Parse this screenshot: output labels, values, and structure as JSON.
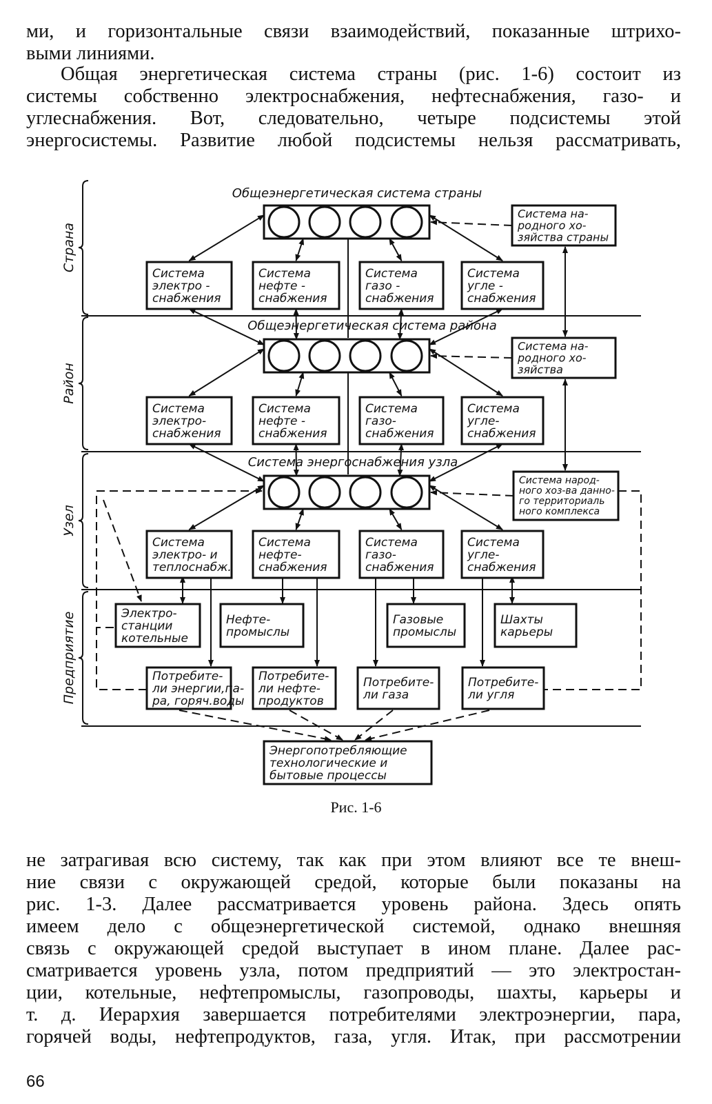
{
  "text_top": [
    "ми, и горизонтальные связи взаимодействий, показанные штрихо-",
    "выми линиями.",
    "Общая энергетическая система страны (рис. 1-6) состоит из",
    "системы собственно электроснабжения, нефтеснабжения, газо- и",
    "углеснабжения. Вот, следовательно, четыре подсистемы этой",
    "энергосистемы. Развитие любой подсистемы нельзя рассматривать,"
  ],
  "text_bottom": [
    "не затрагивая всю систему, так как при этом влияют все те внеш-",
    "ние связи с окружающей средой, которые были показаны на",
    "рис. 1-3. Далее рассматривается уровень района. Здесь опять",
    "имеем дело с общеэнергетической системой, однако внешняя",
    "связь с окружающей средой выступает в ином плане. Далее рас-",
    "сматривается уровень узла, потом предприятий — это электростан-",
    "ции, котельные, нефтепромыслы, газопроводы, шахты, карьеры и",
    "т. д. Иерархия завершается потребителями электроэнергии, пара,",
    "горячей воды, нефтепродуктов, газа, угля. Итак, при рассмотрении"
  ],
  "diagram": {
    "levels": [
      "Страна",
      "Район",
      "Узел",
      "Предприятие"
    ],
    "hub_titles": [
      "Общеэнергетическая система страны",
      "Общеэнергетическая система района",
      "Система энергоснабжения узла"
    ],
    "economy_boxes": [
      [
        "Система на-",
        "родного хо-",
        "зяйства страны"
      ],
      [
        "Система на-",
        "родного хо-",
        "зяйства"
      ],
      [
        "Система народ-",
        "ного хоз-ва данно-",
        "го территориаль",
        "ного комплекса"
      ]
    ],
    "subsystems": [
      [
        [
          "Система",
          "электро -",
          "снабжения"
        ],
        [
          "Система",
          "нефте -",
          "снабжения"
        ],
        [
          "Система",
          "газо -",
          "снабжения"
        ],
        [
          "Система",
          "угле -",
          "снабжения"
        ]
      ],
      [
        [
          "Система",
          "электро-",
          "снабжения"
        ],
        [
          "Система",
          "нефте -",
          "снабжения"
        ],
        [
          "Система",
          "газо-",
          "снабжения"
        ],
        [
          "Система",
          "угле-",
          "снабжения"
        ]
      ],
      [
        [
          "Система",
          "электро- и",
          "теплоснабж."
        ],
        [
          "Система",
          "нефте-",
          "снабжения"
        ],
        [
          "Система",
          "газо-",
          "снабжения"
        ],
        [
          "Система",
          "угле-",
          "снабжения"
        ]
      ]
    ],
    "enterprises": [
      [
        "Электро-",
        "станции",
        "котельные"
      ],
      [
        "Нефте-",
        "промыслы"
      ],
      [
        "Газовые",
        "промыслы"
      ],
      [
        "Шахты",
        "карьеры"
      ]
    ],
    "consumers": [
      [
        "Потребите-",
        "ли энергии,па-",
        "ра, горяч.воды"
      ],
      [
        "Потребите-",
        "ли нефте-",
        "продуктов"
      ],
      [
        "Потребите-",
        "ли газа"
      ],
      [
        "Потребите-",
        "ли угля"
      ]
    ],
    "processes": [
      "Энергопотребляющие",
      "технологические и",
      "бытовые процессы"
    ]
  },
  "caption": "Рис. 1-6",
  "page_number": "66"
}
